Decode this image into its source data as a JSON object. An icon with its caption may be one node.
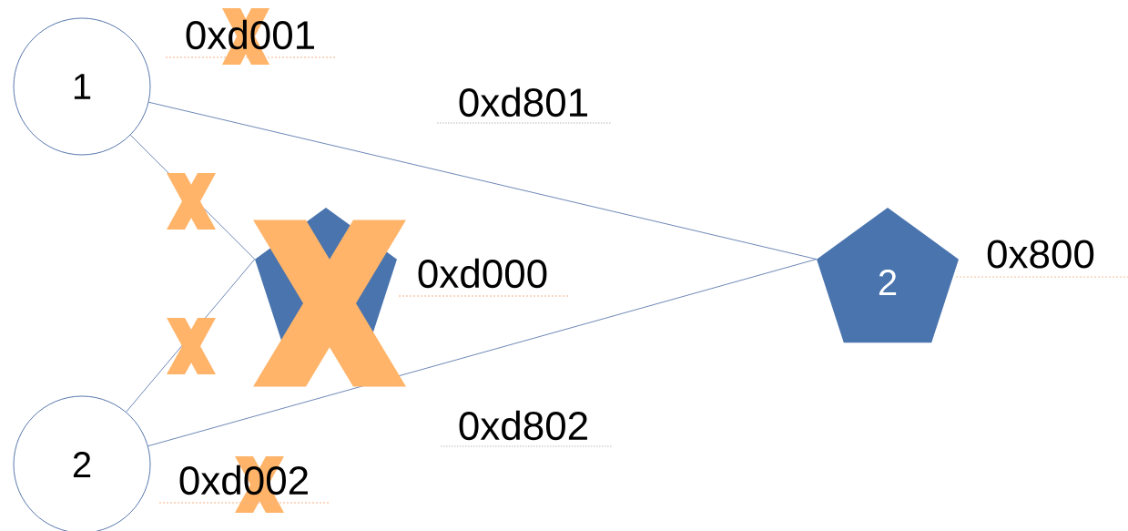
{
  "diagram": {
    "nodes": [
      {
        "text": [
          "1"
        ],
        "beside": [
          "0xd001"
        ]
      },
      {
        "text": [],
        "shape": "pentagon",
        "beside": [
          "0xd000"
        ]
      },
      {
        "text": [
          "2"
        ],
        "beside": [
          "0xd002"
        ]
      },
      {
        "text": [
          "2"
        ],
        "beside": [
          "0x800"
        ]
      }
    ],
    "edges": [
      {
        "from": 0,
        "to": 1,
        "arrow": "none"
      },
      {
        "from": 2,
        "to": 1,
        "arrow": "none"
      },
      {
        "from": 0,
        "to": 3,
        "arrow": "none",
        "label": "0xd801"
      },
      {
        "from": 2,
        "to": 3,
        "arrow": "none",
        "label": "0xd802"
      }
    ]
  }
}
